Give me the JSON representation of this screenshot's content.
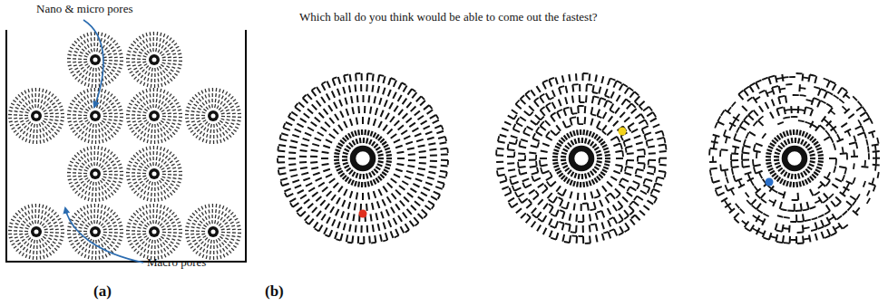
{
  "diagram": {
    "labels": [
      "Nano & micro pores",
      "Which ball do you think would be able to come out the fastest?",
      "Macro pores",
      "(a)",
      "(b)"
    ]
  }
}
